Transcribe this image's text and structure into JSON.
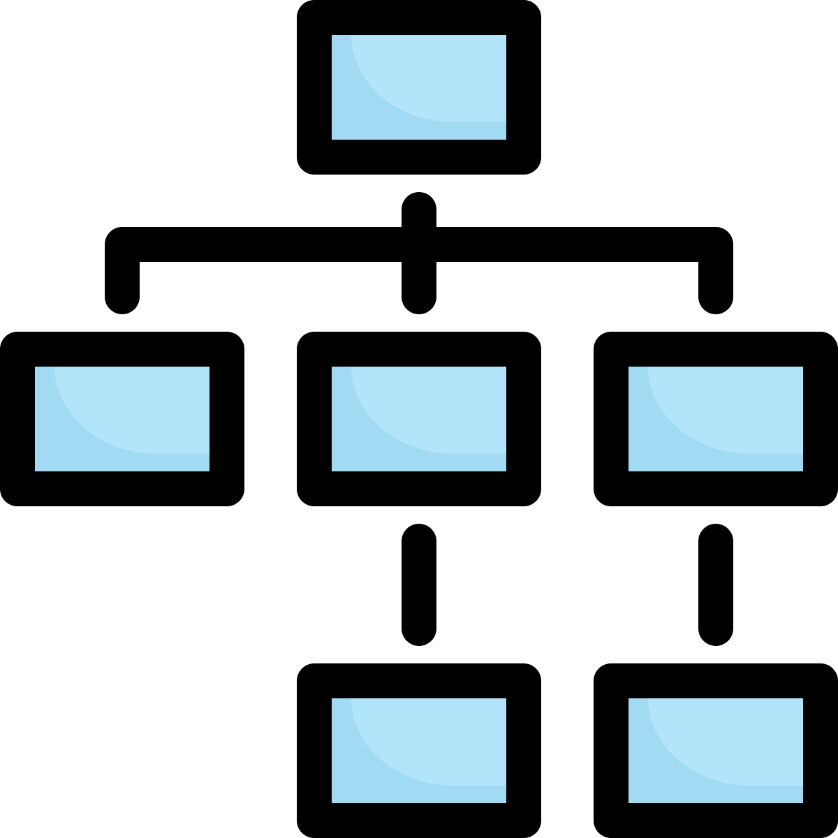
{
  "icon": {
    "name": "hierarchy-structure-icon",
    "colors": {
      "outline": "#000000",
      "fill_light": "#b3e5fa",
      "fill_shade": "#a1daf3",
      "background": "#ffffff"
    },
    "nodes": [
      {
        "id": "root",
        "level": 0
      },
      {
        "id": "child-left",
        "level": 1
      },
      {
        "id": "child-middle",
        "level": 1
      },
      {
        "id": "child-right",
        "level": 1
      },
      {
        "id": "grandchild-middle",
        "level": 2
      },
      {
        "id": "grandchild-right",
        "level": 2
      }
    ],
    "edges": [
      [
        "root",
        "child-left"
      ],
      [
        "root",
        "child-middle"
      ],
      [
        "root",
        "child-right"
      ],
      [
        "child-middle",
        "grandchild-middle"
      ],
      [
        "child-right",
        "grandchild-right"
      ]
    ]
  }
}
